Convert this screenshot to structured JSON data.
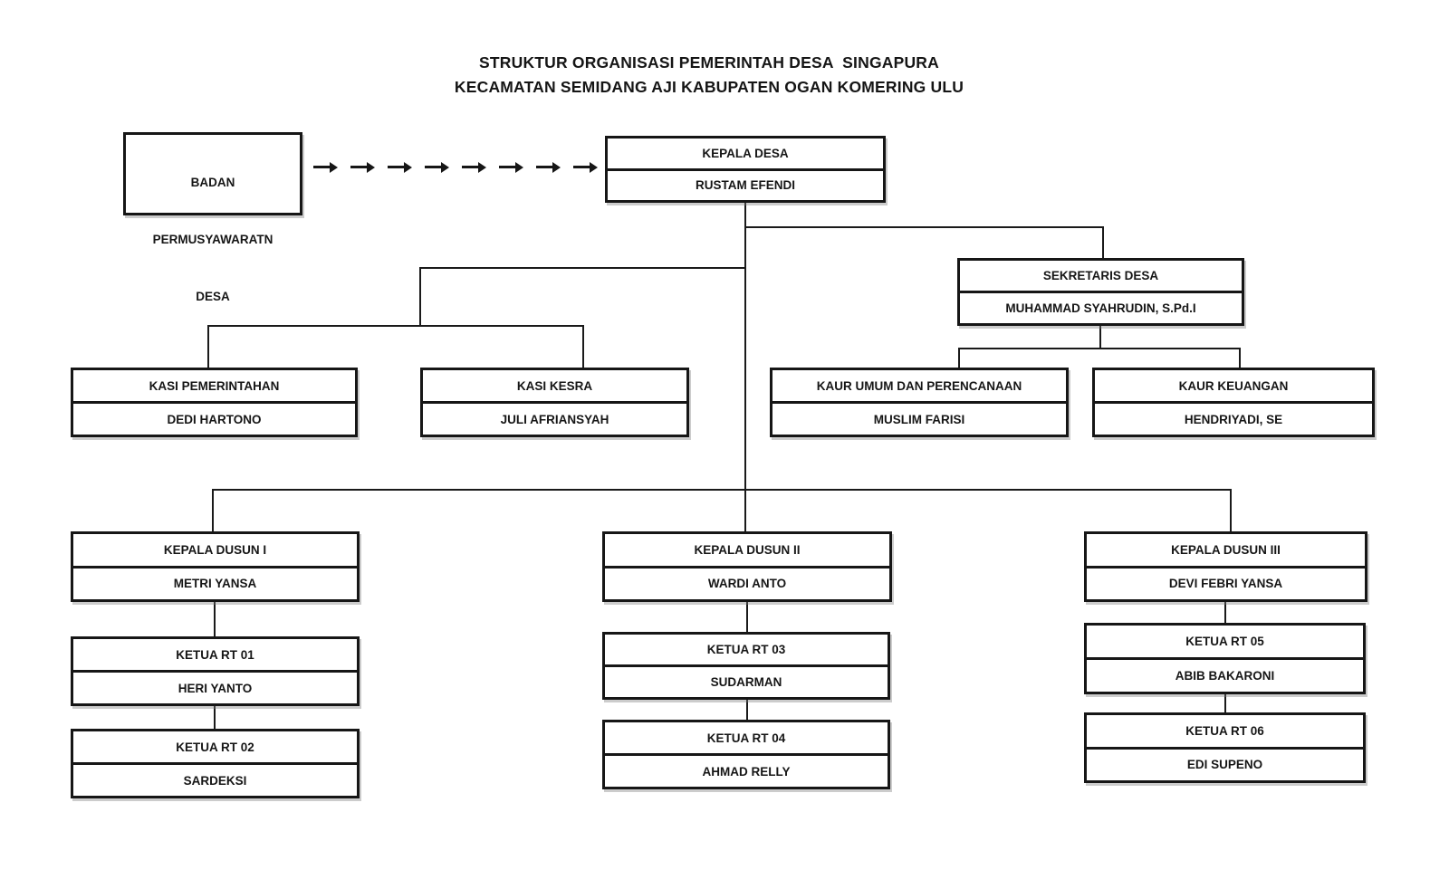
{
  "title": {
    "line1": "STRUKTUR ORGANISASI PEMERINTAH DESA  SINGAPURA",
    "line2": "KECAMATAN SEMIDANG AJI KABUPATEN OGAN KOMERING ULU"
  },
  "nodes": {
    "bpd": {
      "line1": "BADAN",
      "line2": "PERMUSYAWARATN",
      "line3": "DESA"
    },
    "kepala_desa": {
      "role": "KEPALA DESA",
      "name": "RUSTAM EFENDI"
    },
    "sekretaris": {
      "role": "SEKRETARIS DESA",
      "name": "MUHAMMAD SYAHRUDIN, S.Pd.I"
    },
    "kasi_pemerintahan": {
      "role": "KASI PEMERINTAHAN",
      "name": "DEDI HARTONO"
    },
    "kasi_kesra": {
      "role": "KASI KESRA",
      "name": "JULI AFRIANSYAH"
    },
    "kaur_umum": {
      "role": "KAUR UMUM DAN PERENCANAAN",
      "name": "MUSLIM FARISI"
    },
    "kaur_keuangan": {
      "role": "KAUR KEUANGAN",
      "name": "HENDRIYADI, SE"
    },
    "dusun1": {
      "role": "KEPALA DUSUN I",
      "name": "METRI YANSA"
    },
    "dusun2": {
      "role": "KEPALA DUSUN II",
      "name": "WARDI ANTO"
    },
    "dusun3": {
      "role": "KEPALA DUSUN III",
      "name": "DEVI FEBRI YANSA"
    },
    "rt01": {
      "role": "KETUA RT 01",
      "name": "HERI YANTO"
    },
    "rt02": {
      "role": "KETUA RT 02",
      "name": "SARDEKSI"
    },
    "rt03": {
      "role": "KETUA RT 03",
      "name": "SUDARMAN"
    },
    "rt04": {
      "role": "KETUA RT 04",
      "name": "AHMAD RELLY"
    },
    "rt05": {
      "role": "KETUA RT 05",
      "name": "ABIB BAKARONI"
    },
    "rt06": {
      "role": "KETUA RT 06",
      "name": "EDI SUPENO"
    }
  },
  "arrow_count": 8,
  "colors": {
    "background": "#ffffff",
    "line": "#1a1a1a",
    "text": "#161616"
  }
}
